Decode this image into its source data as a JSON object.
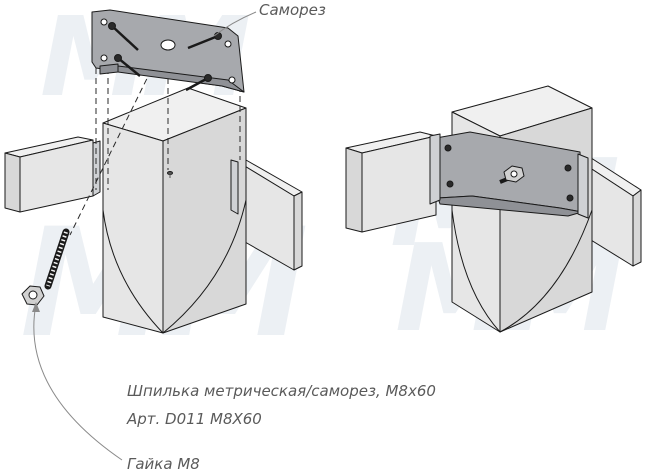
{
  "labels": {
    "screw": "Саморез",
    "stud_line1": "Шпилька метрическая/саморез, М8х60",
    "stud_line2": "Арт. D011 M8X60",
    "nut": "Гайка М8"
  },
  "watermark": {
    "text": "MM",
    "color": "#dde4ec"
  },
  "colors": {
    "wood_top": "#f0f0f0",
    "wood_side": "#e6e6e6",
    "wood_front": "#d8d8d8",
    "bracket": "#a7a9ad",
    "outline": "#1a1a1a",
    "leader": "#8a8a8a"
  }
}
